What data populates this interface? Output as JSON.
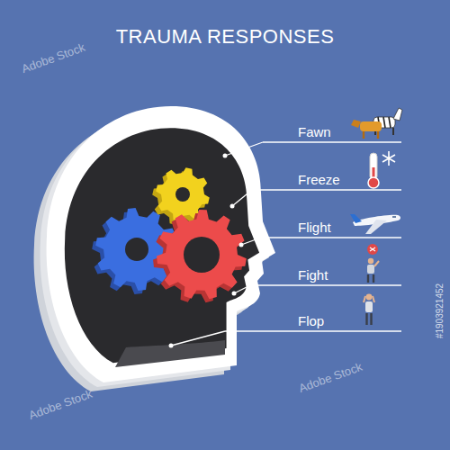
{
  "diagram": {
    "title": "TRAUMA RESPONSES",
    "labels": [
      "Fawn",
      "Freeze",
      "Flight",
      "Fight",
      "Flop",
      "Adobe Stock",
      "Adobe Stock",
      "Adobe Stock",
      "#1903921452"
    ]
  }
}
